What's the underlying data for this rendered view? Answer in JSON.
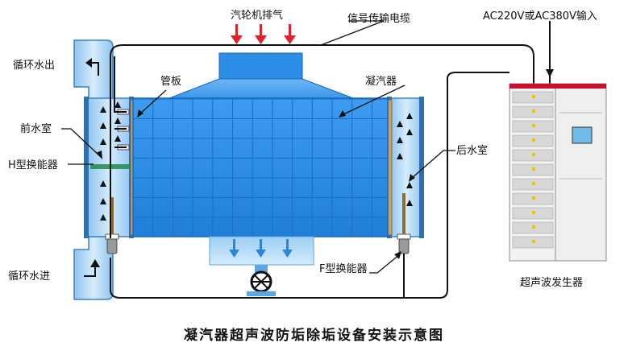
{
  "labels": {
    "turbine_exhaust": "汽轮机排气",
    "signal_cable": "信号传输电缆",
    "power_input": "AC220V或AC380V输入",
    "circ_water_out": "循环水出",
    "tube_sheet": "管板",
    "condenser": "凝汽器",
    "front_water_chamber": "前水室",
    "h_transducer": "H型换能器",
    "rear_water_chamber": "后水室",
    "f_transducer": "F型换能器",
    "circ_water_in": "循环水进",
    "ultrasonic_generator": "超声波发生器"
  },
  "title": "凝汽器超声波防垢除垢设备安装示意图",
  "colors": {
    "condenser_blue": "#2c8ee6",
    "light_blue": "#b9dcf7",
    "dark_blue": "#1565c0",
    "arrow_red": "#e0202a",
    "cabinet_red": "#c8102e",
    "cable": "#111111"
  }
}
